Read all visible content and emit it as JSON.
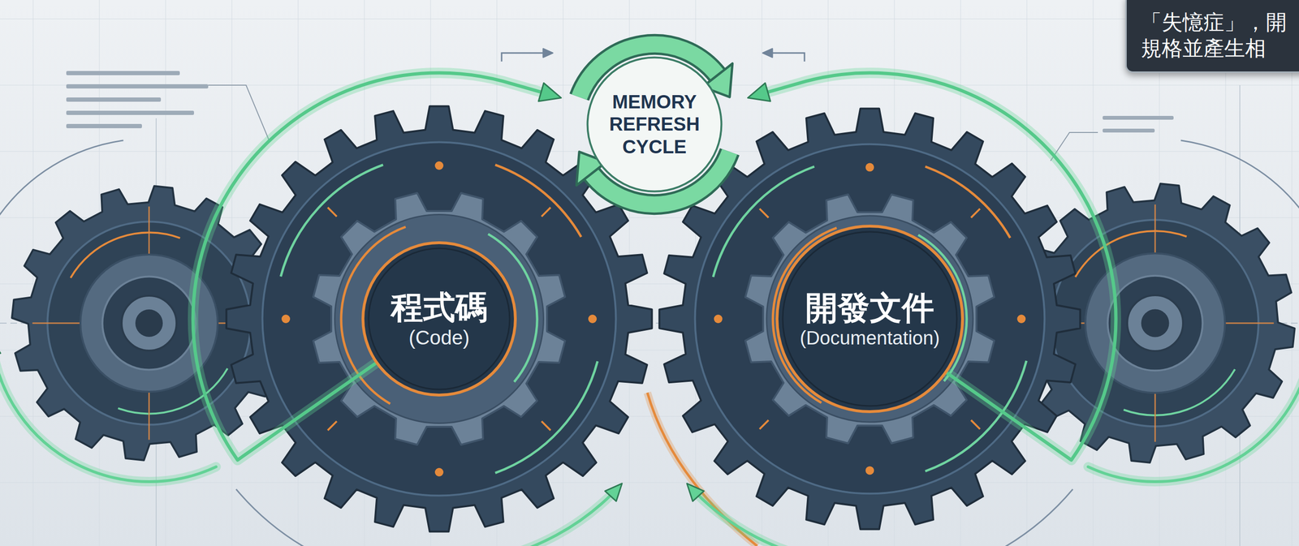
{
  "diagram": {
    "nodes": [
      {
        "text": [
          "程式碼",
          "(Code)"
        ]
      },
      {
        "text": [
          "開發文件",
          "(Documentation)"
        ]
      },
      {
        "text": [
          "MEMORY REFRESH CYCLE"
        ]
      },
      {
        "text": [
          "「失憶症」，開 規格並產生相"
        ]
      }
    ],
    "edges": [
      {
        "from": 0,
        "to": 2,
        "arrow": "to"
      },
      {
        "from": 1,
        "to": 2,
        "arrow": "to"
      }
    ]
  }
}
